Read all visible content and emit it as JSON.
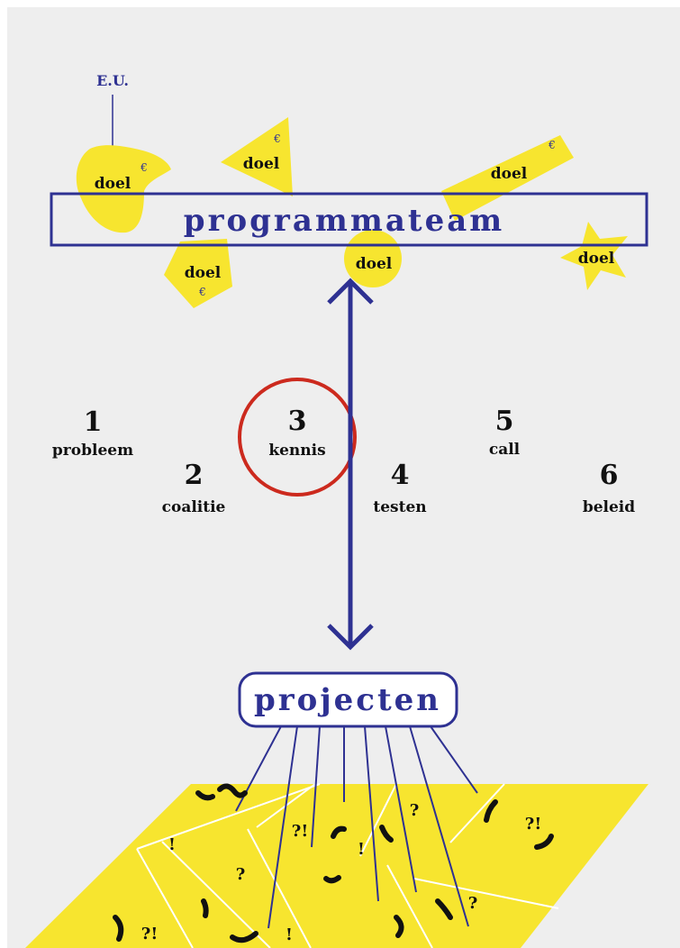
{
  "colors": {
    "background": "#eeeeee",
    "navy": "#2e3192",
    "yellow": "#f7e52f",
    "red": "#cc2a1e",
    "black": "#111111"
  },
  "eu_label": "E.U.",
  "programmateam": "programmateam",
  "projecten": "projecten",
  "goals": {
    "doel_label": "doel",
    "euro_symbol": "€"
  },
  "steps": [
    {
      "number": "1",
      "label": "probleem"
    },
    {
      "number": "2",
      "label": "coalitie"
    },
    {
      "number": "3",
      "label": "kennis",
      "highlighted": true
    },
    {
      "number": "4",
      "label": "testen"
    },
    {
      "number": "5",
      "label": "call"
    },
    {
      "number": "6",
      "label": "beleid"
    }
  ],
  "field_marks": {
    "exclaim": "!",
    "question": "?",
    "interrobang": "?!"
  },
  "arrows": [
    {
      "from": "programmateam",
      "to": "projecten",
      "type": "double-headed"
    },
    {
      "from": "E.U.",
      "to": "doel",
      "type": "single"
    }
  ]
}
